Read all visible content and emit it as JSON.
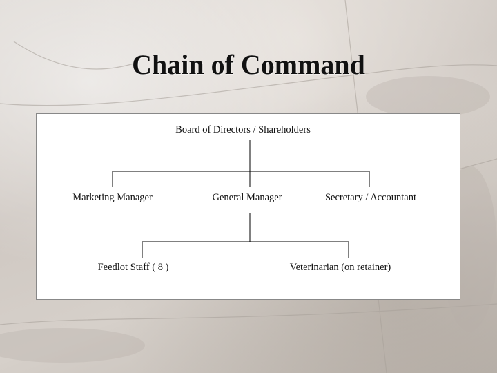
{
  "title": "Chain of Command",
  "org_chart": {
    "root": "Board of Directors / Shareholders",
    "level2": [
      "Marketing Manager",
      "General Manager",
      "Secretary / Accountant"
    ],
    "level3": [
      "Feedlot Staff ( 8 )",
      "Veterinarian (on retainer)"
    ]
  },
  "colors": {
    "line": "#000000",
    "panel": "#ffffff",
    "text": "#111111"
  }
}
